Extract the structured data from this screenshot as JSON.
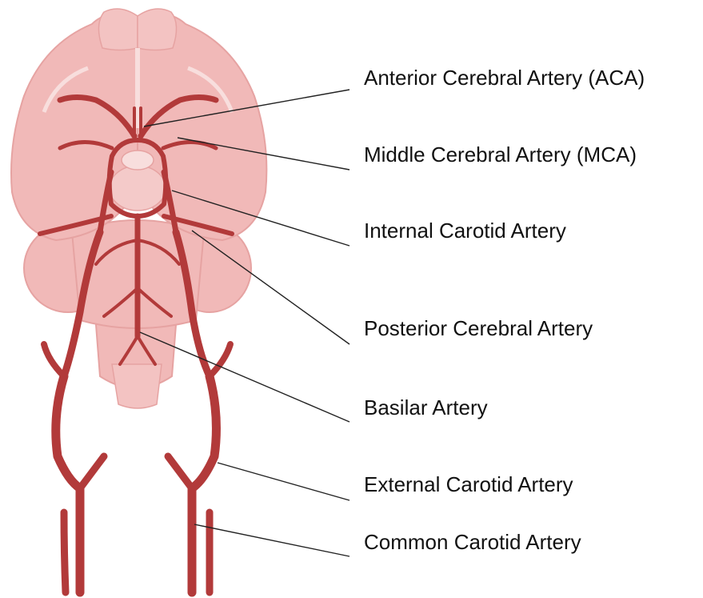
{
  "labels": [
    "Anterior Cerebral Artery (ACA)",
    "Middle Cerebral Artery (MCA)",
    "Internal Carotid Artery",
    "Posterior Cerebral Artery",
    "Basilar Artery",
    "External Carotid Artery",
    "Common Carotid Artery"
  ],
  "colors": {
    "brain_fill": "#f1b9b8",
    "brain_light": "#f6cfce",
    "brain_outline": "#e6a3a2",
    "artery": "#b23a3a",
    "artery_dark": "#8e2525",
    "leader_line": "#222222"
  }
}
